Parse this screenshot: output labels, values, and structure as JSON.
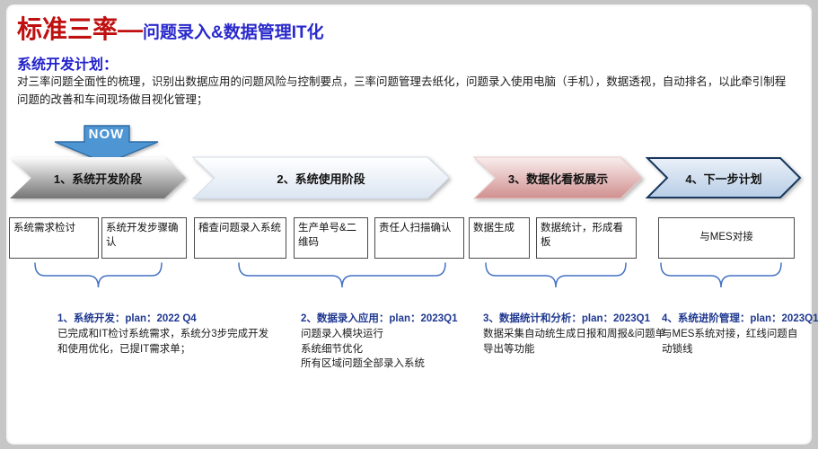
{
  "title": {
    "red": "标准三率—",
    "blue": "问题录入&数据管理IT化"
  },
  "section": {
    "heading": "系统开发计划：",
    "paragraph": "对三率问题全面性的梳理，识别出数据应用的问题风险与控制要点，三率问题管理去纸化，问题录入使用电脑（手机），数据透视，自动排名，以此牵引制程问题的改善和车间现场做目视化管理；"
  },
  "now_label": "NOW",
  "stages": [
    {
      "label": "1、系统开发阶段"
    },
    {
      "label": "2、系统使用阶段"
    },
    {
      "label": "3、数据化看板展示"
    },
    {
      "label": "4、下一步计划"
    }
  ],
  "boxes": [
    {
      "label": "系统需求检讨"
    },
    {
      "label": "系统开发步骤确认"
    },
    {
      "label": "稽查问题录入系统"
    },
    {
      "label": "生产单号&二维码"
    },
    {
      "label": "责任人扫描确认"
    },
    {
      "label": "数据生成"
    },
    {
      "label": "数据统计，形成看板"
    },
    {
      "label": "与MES对接"
    }
  ],
  "plans": [
    {
      "heading": "1、系统开发：plan：2022 Q4",
      "body": "已完成和IT检讨系统需求，系统分3步完成开发和使用优化，已提IT需求单；"
    },
    {
      "heading": "2、数据录入应用：plan：2023Q1",
      "body": "问题录入模块运行\n系统细节优化\n所有区域问题全部录入系统"
    },
    {
      "heading": "3、数据统计和分析：plan：2023Q1",
      "body": "数据采集自动统生成日报和周报&问题单导出等功能"
    },
    {
      "heading": "4、系统进阶管理：plan：2023Q1",
      "body": "与MES系统对接，红线问题自动锁线"
    }
  ],
  "colors": {
    "title_red": "#bf0f0f",
    "title_blue": "#2929cc",
    "section_heading": "#2222cc",
    "plan_heading": "#1f3890",
    "brace": "#4472c4",
    "now_fill": "#4e95d4",
    "now_border": "#2e6da4",
    "stage1_gradient": [
      "#fdfdfd",
      "#bdbdbd",
      "#767676"
    ],
    "stage2_gradient": [
      "#ffffff",
      "#dbe5f1"
    ],
    "stage3_gradient": [
      "#f9eded",
      "#d08f8f"
    ],
    "stage4_gradient": [
      "#eaf0f8",
      "#b7cde6"
    ],
    "stage4_border": "#17375e",
    "box_border": "#4a4a4a"
  }
}
